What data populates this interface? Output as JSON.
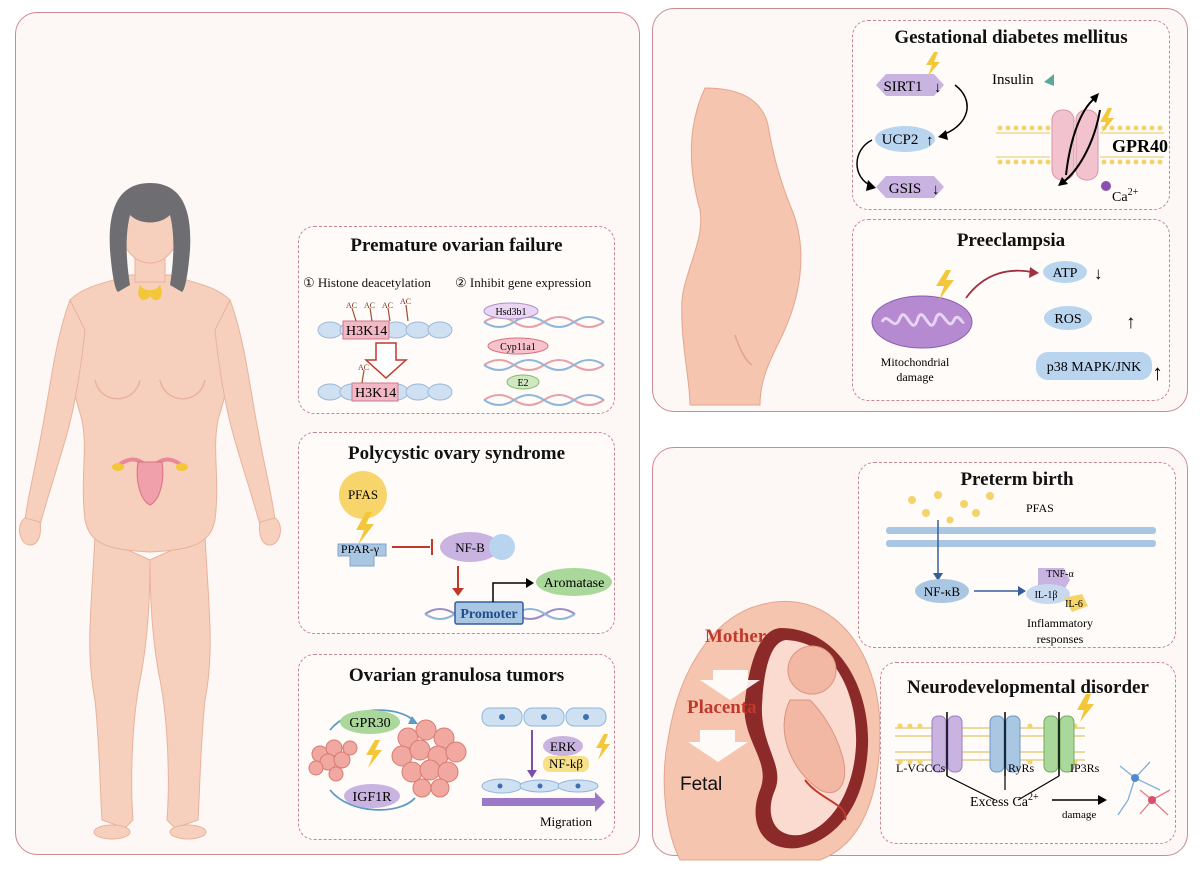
{
  "premature_ovarian_failure": {
    "title": "Premature ovarian failure",
    "step1": "① Histone deacetylation",
    "step2": "② Inhibit gene expression",
    "ac": "AC",
    "histone": "H3K14",
    "genes": [
      "Hsd3b1",
      "Cyp11a1",
      "E2"
    ]
  },
  "pcos": {
    "title": "Polycystic ovary syndrome",
    "pfas": "PFAS",
    "ppar": "PPAR-γ",
    "nf": "NF-B",
    "promoter": "Promoter",
    "aromatase": "Aromatase"
  },
  "ovarian_granulosa": {
    "title": "Ovarian granulosa tumors",
    "gpr30": "GPR30",
    "igf1r": "IGF1R",
    "erk": "ERK",
    "nfkb": "NF-kβ",
    "migration": "Migration"
  },
  "gdm": {
    "title": "Gestational diabetes mellitus",
    "sirt1": "SIRT1",
    "ucp2": "UCP2",
    "gsis": "GSIS",
    "insulin": "Insulin",
    "gpr40": "GPR40",
    "ca": "Ca",
    "ca_sup": "2+"
  },
  "preeclampsia": {
    "title": "Preeclampsia",
    "atp": "ATP",
    "ros": "ROS",
    "p38": "p38 MAPK/JNK",
    "mito1": "Mitochondrial",
    "mito2": "damage"
  },
  "preterm": {
    "title": "Preterm birth",
    "pfas": "PFAS",
    "nfkb": "NF-κB",
    "tnf": "TNF-α",
    "il1": "IL-1β",
    "il6": "IL-6",
    "resp1": "Inflammatory",
    "resp2": "responses"
  },
  "neuro": {
    "title": "Neurodevelopmental disorder",
    "lvgcc": "L-VGCCs",
    "ryr": "RyRs",
    "ip3r": "IP3Rs",
    "excess": "Excess Ca",
    "excess_sup": "2+",
    "damage": "damage"
  },
  "transfer": {
    "mother": "Mother",
    "placenta": "Placenta",
    "fetal": "Fetal"
  },
  "colors": {
    "skin": "#f6cdb9",
    "panel_border": "#c98b92",
    "dashed_border": "#c9868c",
    "accent_red": "#c0392b",
    "lavender": "#c9b3e0",
    "blue": "#b8d4ef",
    "green": "#a9d89a",
    "yellow": "#f4c73a"
  }
}
